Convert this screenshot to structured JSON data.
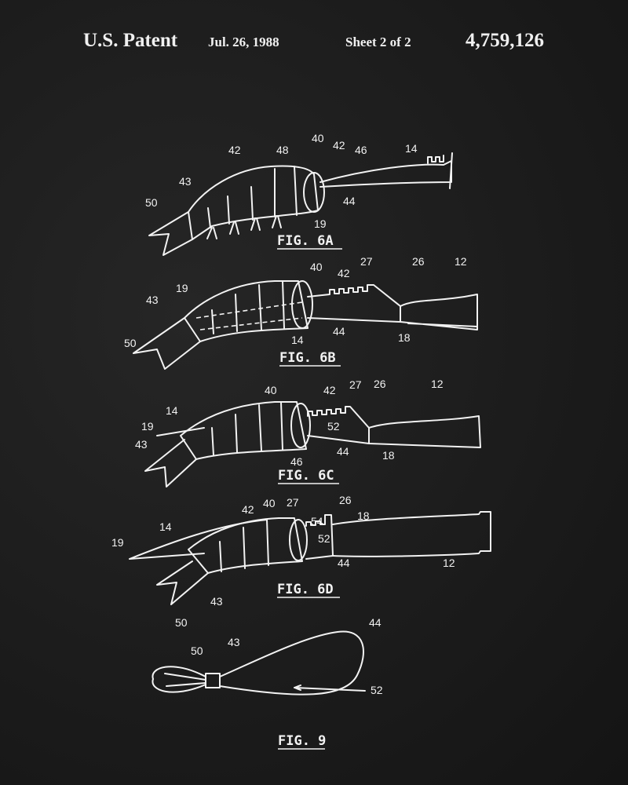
{
  "header": {
    "title": "U.S. Patent",
    "date": "Jul. 26, 1988",
    "sheet": "Sheet 2 of 2",
    "patent_number": "4,759,126"
  },
  "figures": {
    "fig6a": {
      "caption": "FIG. 6A",
      "labels": [
        "42",
        "43",
        "50",
        "48",
        "40",
        "42",
        "46",
        "14",
        "44",
        "19"
      ]
    },
    "fig6b": {
      "caption": "FIG. 6B",
      "labels": [
        "40",
        "42",
        "27",
        "26",
        "12",
        "19",
        "43",
        "50",
        "44",
        "14",
        "18"
      ]
    },
    "fig6c": {
      "caption": "FIG. 6C",
      "labels": [
        "40",
        "42",
        "27",
        "26",
        "12",
        "14",
        "19",
        "43",
        "52",
        "44",
        "46",
        "18"
      ]
    },
    "fig6d": {
      "caption": "FIG. 6D",
      "labels": [
        "42",
        "40",
        "27",
        "26",
        "18",
        "54",
        "52",
        "14",
        "19",
        "44",
        "12",
        "43",
        "50"
      ]
    },
    "fig9": {
      "caption": "FIG. 9",
      "labels": [
        "50",
        "43",
        "44",
        "52"
      ]
    }
  },
  "colors": {
    "background": "#1c1c1c",
    "ink": "#f2f2f2"
  }
}
